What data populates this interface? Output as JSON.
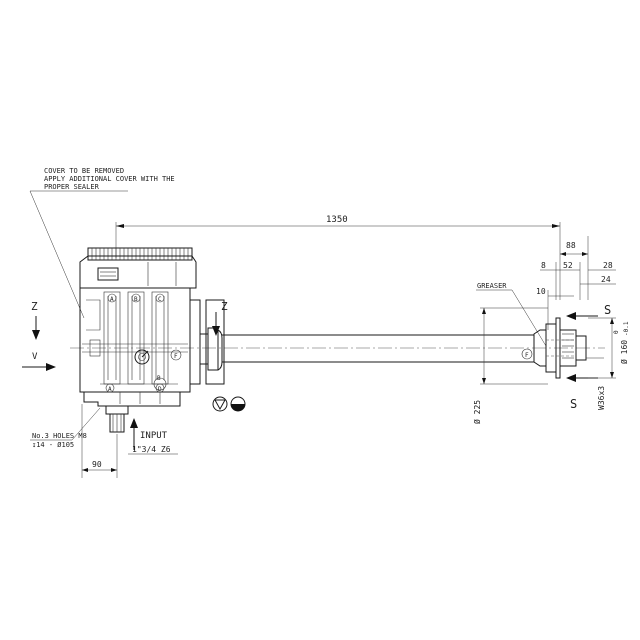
{
  "notes": {
    "cover_line1": "COVER TO BE REMOVED",
    "cover_line2": "APPLY ADDITIONAL COVER WITH THE",
    "cover_line3": "PROPER SEALER",
    "holes_line1": "No.3 HOLES M8",
    "holes_line2": "↧14 - Ø105",
    "greaser": "GREASER",
    "input": "INPUT",
    "input_shaft": "1\"3/4 Z6"
  },
  "dimensions": {
    "length_total": "1350",
    "d88": "88",
    "d52": "52",
    "d8": "8",
    "d28": "28",
    "d24": "24",
    "d10": "10",
    "d90": "90",
    "dia225": "Ø 225",
    "dia160": "Ø 160",
    "tol160_top": "0",
    "tol160_bottom": "-0.1",
    "spline": "W36x3"
  },
  "section_marks": {
    "z_left": "Z",
    "z_right": "Z",
    "s_top": "S",
    "s_bottom": "S",
    "view": "V"
  },
  "port_labels": {
    "a_top": "A",
    "b_top": "B",
    "c_top": "C",
    "a_bottom": "A",
    "b_bottom": "B",
    "d_bottom": "D",
    "f_gearbox": "F",
    "f_shaft": "F"
  }
}
